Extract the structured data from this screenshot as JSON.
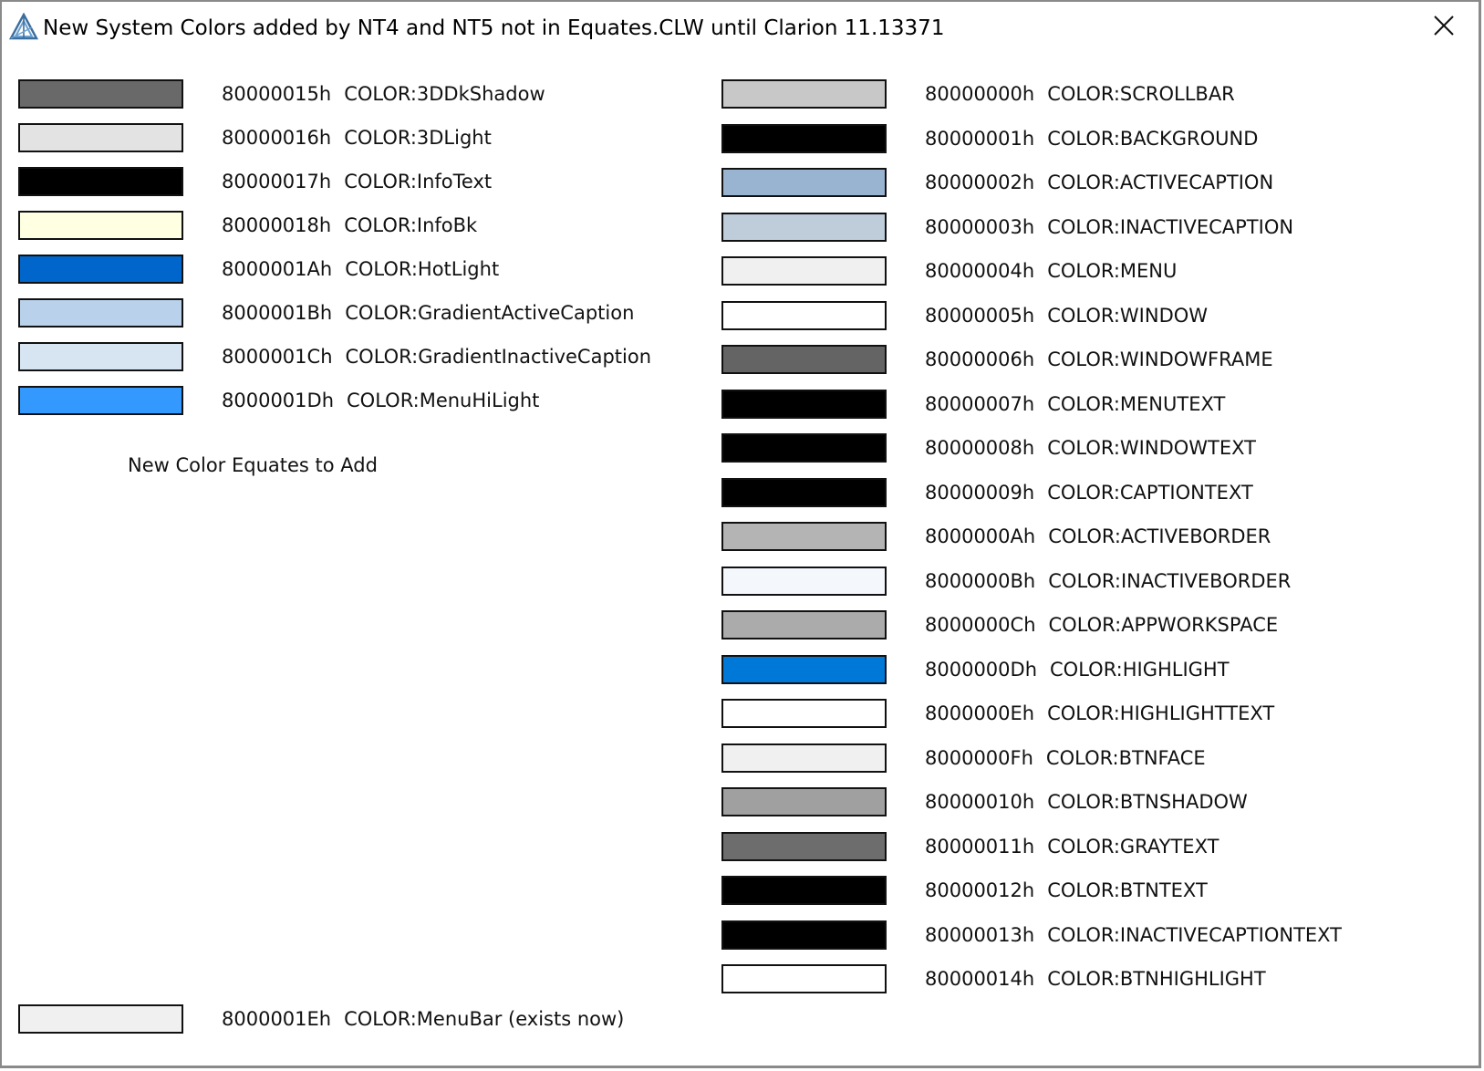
{
  "window": {
    "title": "New System Colors added by NT4 and NT5 not in Equates.CLW until Clarion 11.13371",
    "icon": "clarion-app-icon",
    "close_icon": "close-icon"
  },
  "left_column": [
    {
      "code": "80000015h",
      "name": "COLOR:3DDkShadow",
      "color": "#696969"
    },
    {
      "code": "80000016h",
      "name": "COLOR:3DLight",
      "color": "#e3e3e3"
    },
    {
      "code": "80000017h",
      "name": "COLOR:InfoText",
      "color": "#000000"
    },
    {
      "code": "80000018h",
      "name": "COLOR:InfoBk",
      "color": "#ffffe1"
    },
    {
      "code": "8000001Ah",
      "name": "COLOR:HotLight",
      "color": "#0066cc"
    },
    {
      "code": "8000001Bh",
      "name": "COLOR:GradientActiveCaption",
      "color": "#b9d1ea"
    },
    {
      "code": "8000001Ch",
      "name": "COLOR:GradientInactiveCaption",
      "color": "#d7e4f2"
    },
    {
      "code": "8000001Dh",
      "name": "COLOR:MenuHiLight",
      "color": "#3399ff"
    }
  ],
  "note": "New Color Equates to Add",
  "bottom_row": {
    "code": "8000001Eh",
    "name": "COLOR:MenuBar (exists now)",
    "color": "#f0f0f0"
  },
  "right_column": [
    {
      "code": "80000000h",
      "name": "COLOR:SCROLLBAR",
      "color": "#c8c8c8"
    },
    {
      "code": "80000001h",
      "name": "COLOR:BACKGROUND",
      "color": "#000000"
    },
    {
      "code": "80000002h",
      "name": "COLOR:ACTIVECAPTION",
      "color": "#99b4d1"
    },
    {
      "code": "80000003h",
      "name": "COLOR:INACTIVECAPTION",
      "color": "#bfcddb"
    },
    {
      "code": "80000004h",
      "name": "COLOR:MENU",
      "color": "#f0f0f0"
    },
    {
      "code": "80000005h",
      "name": "COLOR:WINDOW",
      "color": "#ffffff"
    },
    {
      "code": "80000006h",
      "name": "COLOR:WINDOWFRAME",
      "color": "#646464"
    },
    {
      "code": "80000007h",
      "name": "COLOR:MENUTEXT",
      "color": "#000000"
    },
    {
      "code": "80000008h",
      "name": "COLOR:WINDOWTEXT",
      "color": "#000000"
    },
    {
      "code": "80000009h",
      "name": "COLOR:CAPTIONTEXT",
      "color": "#000000"
    },
    {
      "code": "8000000Ah",
      "name": "COLOR:ACTIVEBORDER",
      "color": "#b4b4b4"
    },
    {
      "code": "8000000Bh",
      "name": "COLOR:INACTIVEBORDER",
      "color": "#f4f7fc"
    },
    {
      "code": "8000000Ch",
      "name": "COLOR:APPWORKSPACE",
      "color": "#ababab"
    },
    {
      "code": "8000000Dh",
      "name": "COLOR:HIGHLIGHT",
      "color": "#0078d7"
    },
    {
      "code": "8000000Eh",
      "name": "COLOR:HIGHLIGHTTEXT",
      "color": "#ffffff"
    },
    {
      "code": "8000000Fh",
      "name": "COLOR:BTNFACE",
      "color": "#f0f0f0"
    },
    {
      "code": "80000010h",
      "name": "COLOR:BTNSHADOW",
      "color": "#a0a0a0"
    },
    {
      "code": "80000011h",
      "name": "COLOR:GRAYTEXT",
      "color": "#6d6d6d"
    },
    {
      "code": "80000012h",
      "name": "COLOR:BTNTEXT",
      "color": "#000000"
    },
    {
      "code": "80000013h",
      "name": "COLOR:INACTIVECAPTIONTEXT",
      "color": "#000000"
    },
    {
      "code": "80000014h",
      "name": "COLOR:BTNHIGHLIGHT",
      "color": "#ffffff"
    }
  ]
}
